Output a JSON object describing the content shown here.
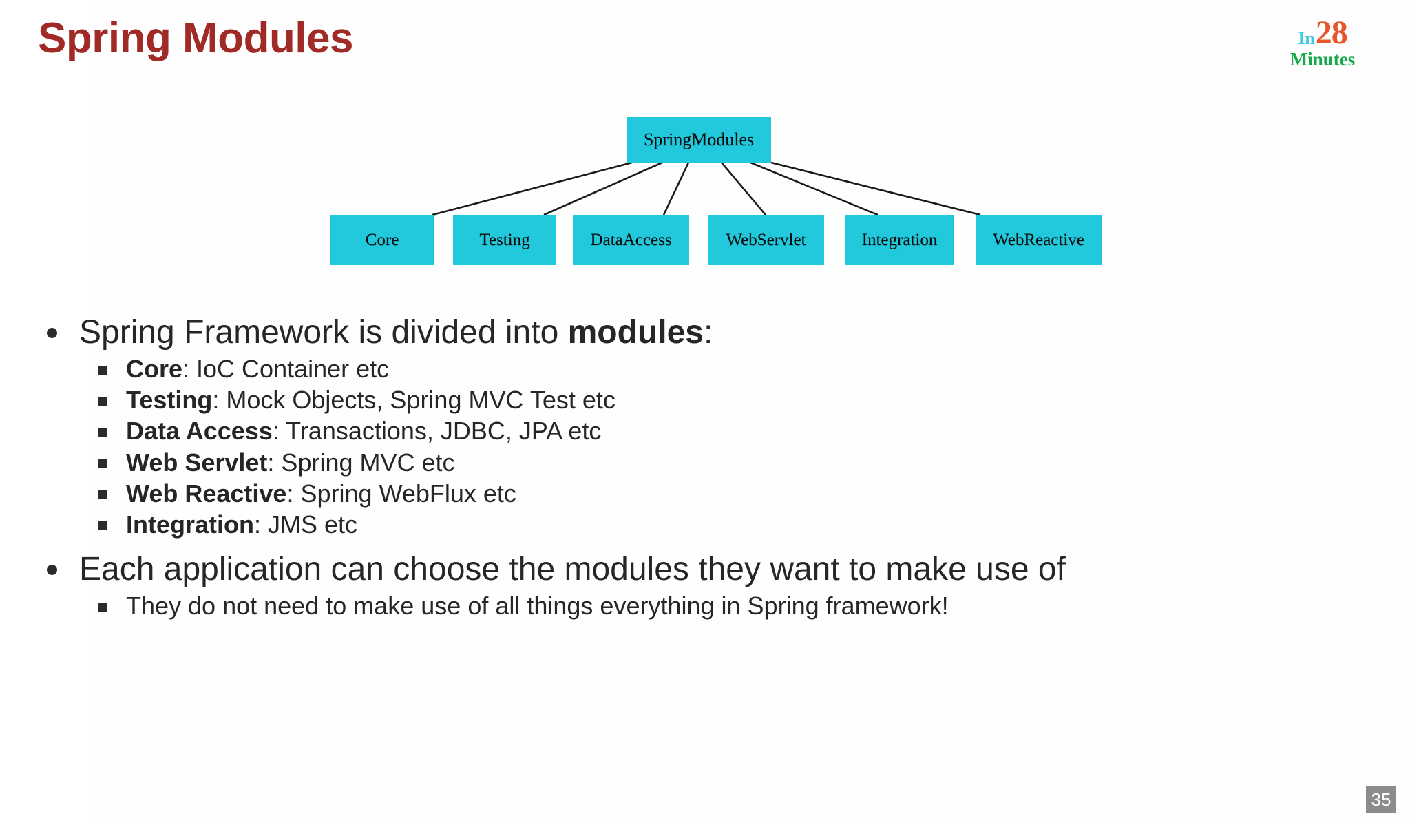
{
  "slide": {
    "title": "Spring Modules",
    "title_color": "#A02B26",
    "page_number": "35",
    "background": "#ffffff"
  },
  "logo": {
    "part_in": "In",
    "part_28": "28",
    "part_minutes": "Minutes",
    "color_in": "#3FC8E0",
    "color_28": "#E8552B",
    "color_minutes": "#16A94C"
  },
  "diagram": {
    "type": "tree",
    "node_color": "#22C8DC",
    "edge_color": "#1a1a1a",
    "root": {
      "label": "SpringModules"
    },
    "children": [
      {
        "label": "Core"
      },
      {
        "label": "Testing"
      },
      {
        "label": "DataAccess"
      },
      {
        "label": "WebServlet"
      },
      {
        "label": "Integration"
      },
      {
        "label": "WebReactive"
      }
    ]
  },
  "bullets": [
    {
      "lead": "Spring Framework is divided into ",
      "strong": "modules",
      "tail": ":",
      "children": [
        {
          "strong": "Core",
          "tail": ": IoC Container etc"
        },
        {
          "strong": "Testing",
          "tail": ": Mock Objects, Spring MVC Test etc"
        },
        {
          "strong": "Data Access",
          "tail": ": Transactions, JDBC, JPA etc"
        },
        {
          "strong": "Web Servlet",
          "tail": ": Spring MVC etc"
        },
        {
          "strong": "Web Reactive",
          "tail": ": Spring WebFlux etc"
        },
        {
          "strong": "Integration",
          "tail": ": JMS etc"
        }
      ]
    },
    {
      "lead": "Each application can choose the modules they want to make use of",
      "strong": "",
      "tail": "",
      "children": [
        {
          "strong": "",
          "tail": "They do not need to make use of all things everything in Spring framework!"
        }
      ]
    }
  ]
}
